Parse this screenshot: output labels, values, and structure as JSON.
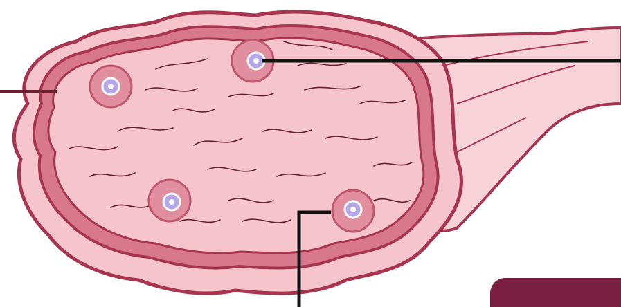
{
  "diagram": {
    "subject": "ovary",
    "colors": {
      "tissue_fill": "#f6c4cd",
      "tissue_light": "#f8d2d9",
      "outline": "#a8354f",
      "cortex_band": "#d8788b",
      "fiber_line": "#6b2030",
      "follicle_fill": "#e08ea0",
      "follicle_ring": "#c0566e",
      "oocyte_fill": "#b4a6e8",
      "oocyte_core": "#ffffff",
      "pointer_line": "#111111",
      "corner_tab": "#7a1e40"
    },
    "follicle_count": 4,
    "pointer_count": 3
  }
}
